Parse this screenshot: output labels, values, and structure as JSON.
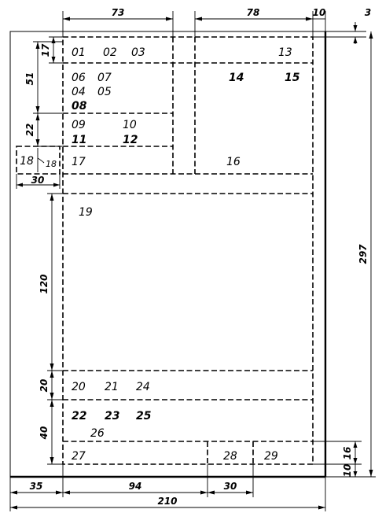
{
  "dimensions": {
    "d73": "73",
    "d78": "78",
    "d10_top": "10",
    "d3": "3",
    "d297": "297",
    "d17": "17",
    "d51": "51",
    "d22": "22",
    "d18a": "18",
    "d18b": "18",
    "d30_left": "30",
    "d120": "120",
    "d20": "20",
    "d40": "40",
    "d16": "16",
    "d10_bottom": "10",
    "d35": "35",
    "d94": "94",
    "d30_bottom": "30",
    "d210": "210"
  },
  "fields": {
    "f01": "01",
    "f02": "02",
    "f03": "03",
    "f13": "13",
    "f06": "06",
    "f07": "07",
    "f04": "04",
    "f05": "05",
    "f08": "08",
    "f14": "14",
    "f15": "15",
    "f09": "09",
    "f10": "10",
    "f11": "11",
    "f12": "12",
    "f17": "17",
    "f16": "16",
    "f19": "19",
    "f20": "20",
    "f21": "21",
    "f24": "24",
    "f22": "22",
    "f23": "23",
    "f25": "25",
    "f26": "26",
    "f27": "27",
    "f28": "28",
    "f29": "29"
  }
}
